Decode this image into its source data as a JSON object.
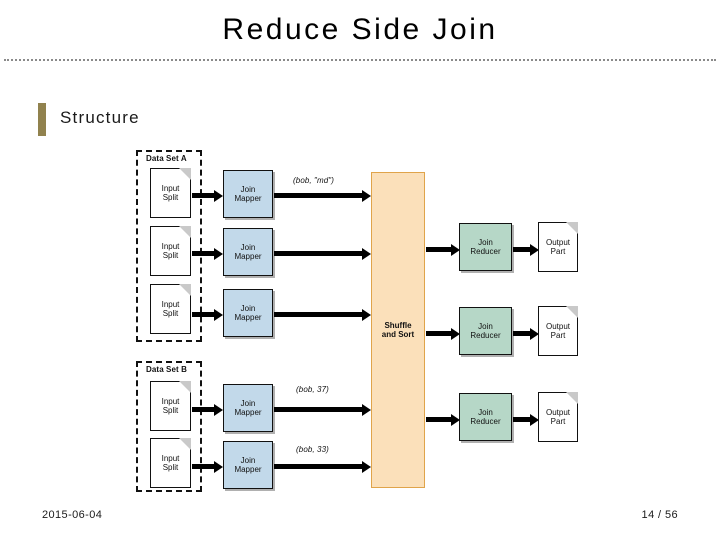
{
  "slide": {
    "title": "Reduce Side Join",
    "section_heading": "Structure",
    "footer_date": "2015-06-04",
    "footer_page": "14 / 56"
  },
  "colors": {
    "accent_bar": "#91824e",
    "mapper_fill": "#c2d9ea",
    "reducer_fill": "#b6d7c7",
    "shuffle_fill": "#fbe0ba",
    "shuffle_border": "#e0a44a",
    "rule": "#8a8a8a"
  },
  "diagram": {
    "datasets": [
      {
        "label": "Data Set A",
        "splits": 3
      },
      {
        "label": "Data Set B",
        "splits": 2
      }
    ],
    "input_split_label_line1": "Input",
    "input_split_label_line2": "Split",
    "mapper_label_line1": "Join",
    "mapper_label_line2": "Mapper",
    "shuffle_label_line1": "Shuffle",
    "shuffle_label_line2": "and Sort",
    "reducer_label_line1": "Join",
    "reducer_label_line2": "Reducer",
    "output_label_line1": "Output",
    "output_label_line2": "Part",
    "edge_labels": [
      "(bob, \"md\")",
      "(bob, 37)",
      "(bob, 33)"
    ],
    "mappers": 5,
    "reducers": 3,
    "outputs": 3
  }
}
